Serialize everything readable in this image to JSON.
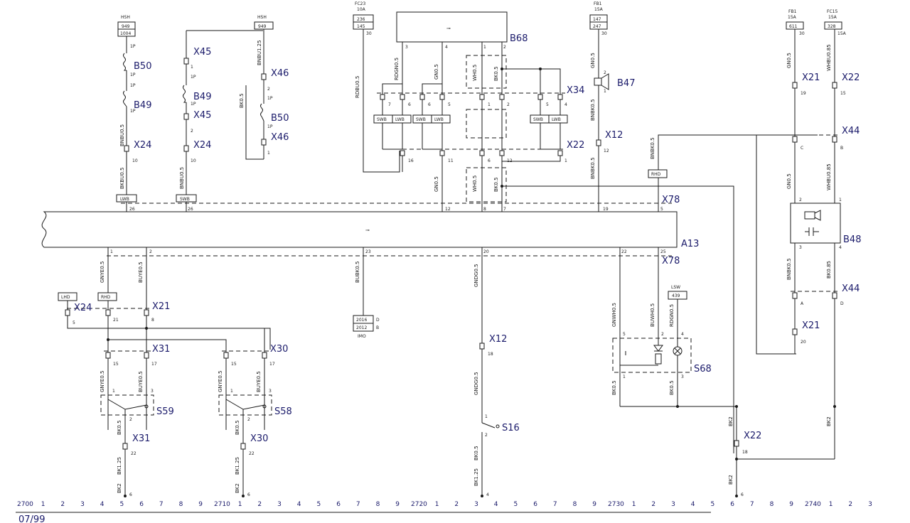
{
  "fuse_boxes": [
    {
      "id": "hsh_left",
      "top_label": "HSH",
      "lines": [
        "949",
        "1004"
      ]
    },
    {
      "id": "hsh_right",
      "top_label": "HSH",
      "lines": [
        "949"
      ]
    },
    {
      "id": "fc23",
      "top_label": "FC23",
      "sub_label": "10A",
      "lines": [
        "236",
        "145"
      ],
      "pin": "30"
    },
    {
      "id": "fb1_mid",
      "top_label": "FB1",
      "sub_label": "15A",
      "lines": [
        "147",
        "247"
      ],
      "pin": "30"
    },
    {
      "id": "fb1_right",
      "top_label": "FB1",
      "sub_label": "15A",
      "lines": [
        "611"
      ],
      "pin": "30"
    },
    {
      "id": "fc15",
      "top_label": "FC15",
      "sub_label": "15A",
      "lines": [
        "328"
      ],
      "pin": "15A"
    }
  ],
  "components": {
    "b50_top": "B50",
    "b49_top": "B49",
    "b49_mid": "B49",
    "b50_right": "B50",
    "b68": "B68",
    "b47": "B47",
    "b48": "B48",
    "a13": "A13",
    "s59": "S59",
    "s58": "S58",
    "s16": "S16",
    "s68": "S68",
    "imo_label": "IMO",
    "imo_lines": [
      "2016",
      "2012"
    ],
    "imo_pins": [
      "D",
      "B"
    ],
    "lsw_label": "LSW",
    "lsw_value": "439"
  },
  "connectors": {
    "x24_a": "X24",
    "x45_a": "X45",
    "x45_b": "X45",
    "x24_b": "X24",
    "x46_a": "X46",
    "x46_b": "X46",
    "x34": "X34",
    "x12_a": "X12",
    "x22_a": "X22",
    "x21_a": "X21",
    "x22_b": "X22",
    "x44_a": "X44",
    "x78_a": "X78",
    "x78_b": "X78",
    "x24_c": "X24",
    "x21_b": "X21",
    "x31_a": "X31",
    "x30_a": "X30",
    "x31_b": "X31",
    "x30_b": "X30",
    "x12_b": "X12",
    "x44_b": "X44",
    "x21_c": "X21",
    "x22_c": "X22"
  },
  "tags": {
    "lwb": "LWB",
    "swb": "SWB",
    "lhd": "LHD",
    "rhd": "RHD"
  },
  "wire_names": {
    "bnbu05_a": "BNBU0.5",
    "bkbu05": "BKBU0.5",
    "bnbu05_b": "BNBU0.5",
    "bnbu125": "BNBU1.25",
    "bk05_a": "BK0.5",
    "rdbu05": "RDBU0.5",
    "rdgn05": "RDGN0.5",
    "gn05_a": "GN0.5",
    "wh05_a": "WH0.5",
    "bk05_b": "BK0.5",
    "gn05_b": "GN0.5",
    "bnbk05_a": "BNBK0.5",
    "bnbk05_b": "BNBK0.5",
    "gn05_c": "GN0.5",
    "gn05_d": "GN0.5",
    "wh05_b": "WH0.5",
    "bk05_c": "BK0.5",
    "whbu085_a": "WHBU0.85",
    "whbu085_b": "WHBU0.85",
    "gn05_e": "GN0.5",
    "bnbk05_c": "BNBK0.5",
    "gnye05_a": "GNYE0.5",
    "buye05_a": "BUYE0.5",
    "bubk05": "BUBK0.5",
    "gndg05_a": "GNDG0.5",
    "gnwh05": "GNWH0.5",
    "buwh05": "BUWH0.5",
    "rdgn05_b": "RDGN0.5",
    "bnbk05_d": "BNBK0.5",
    "bk085": "BK0.85",
    "gnye05_b": "GNYE0.5",
    "buye05_b": "BUYE0.5",
    "gnye05_c": "GNYE0.5",
    "buye05_c": "BUYE0.5",
    "gndg05_b": "GNDG0.5",
    "bk05_d": "BK0.5",
    "bk05_e": "BK0.5",
    "bk125_a": "BK1.25",
    "bk125_b": "BK1.25",
    "bk125_c": "BK1.25",
    "bk05_f": "BK0.5",
    "bk05_g": "BK0.5",
    "bk05_h": "BK0.5",
    "bk2_a": "BK2",
    "bk2_b": "BK2",
    "bk2_c": "BK2",
    "bk2_d": "BK2",
    "bk2_e": "BK2"
  },
  "ruler": {
    "labels": [
      "2700",
      "1",
      "2",
      "3",
      "4",
      "5",
      "6",
      "7",
      "8",
      "9",
      "2710",
      "1",
      "2",
      "3",
      "4",
      "5",
      "6",
      "7",
      "8",
      "9",
      "2720",
      "1",
      "2",
      "3",
      "4",
      "5",
      "6",
      "7",
      "8",
      "9",
      "2730",
      "1",
      "2",
      "3",
      "4",
      "5",
      "6",
      "7",
      "8",
      "9",
      "2740",
      "1",
      "2",
      "3"
    ],
    "date": "07/99"
  },
  "colors": {
    "line": "#1a1a1a",
    "label": "#1a1a6a",
    "background": "#ffffff"
  }
}
